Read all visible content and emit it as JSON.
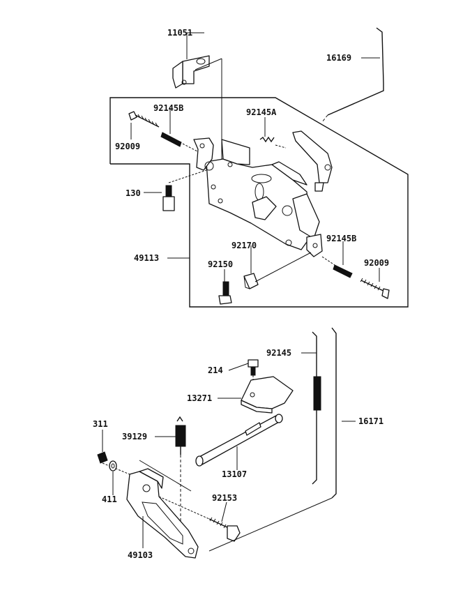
{
  "diagram": {
    "labels": {
      "l11051": "11051",
      "l16169": "16169",
      "l92145B_top": "92145B",
      "l92145A": "92145A",
      "l92009_top": "92009",
      "l130": "130",
      "l49113": "49113",
      "l92170": "92170",
      "l92145B_right": "92145B",
      "l92150": "92150",
      "l92009_right": "92009",
      "l92145": "92145",
      "l214": "214",
      "l13271": "13271",
      "l16171": "16171",
      "l311": "311",
      "l39129": "39129",
      "l13107": "13107",
      "l411": "411",
      "l92153": "92153",
      "l49103": "49103"
    }
  }
}
